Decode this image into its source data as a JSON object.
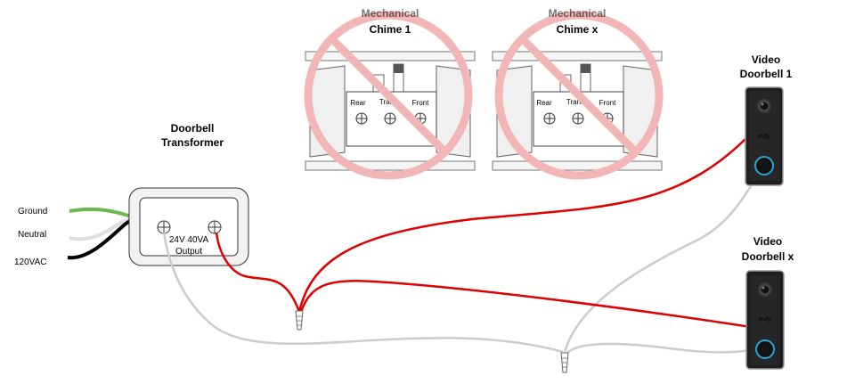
{
  "labels": {
    "transformer_title_line1": "Doorbell",
    "transformer_title_line2": "Transformer",
    "transformer_rating": "24V 40VA",
    "transformer_output": "Output",
    "wire_ground": "Ground",
    "wire_neutral": "Neutral",
    "wire_hot": "120VAC",
    "chime1_line1": "Mechanical",
    "chime1_line2": "Chime 1",
    "chimex_line1": "Mechanical",
    "chimex_line2": "Chime x",
    "terminal_rear": "Rear",
    "terminal_trans": "Trans",
    "terminal_front": "Front",
    "doorbell1_line1": "Video",
    "doorbell1_line2": "Doorbell 1",
    "doorbellx_line1": "Video",
    "doorbellx_line2": "Doorbell x",
    "brand": "eufy"
  },
  "colors": {
    "red_wire": "#e00000",
    "gray_wire": "#cccccc",
    "ground_wire": "#6bb84f",
    "neutral_wire": "#dedede",
    "hot_wire": "#000000",
    "prohibited": "#f3b6b6",
    "doorbell_body": "#1e1e1e",
    "ring_accent": "#2aa4d8"
  }
}
